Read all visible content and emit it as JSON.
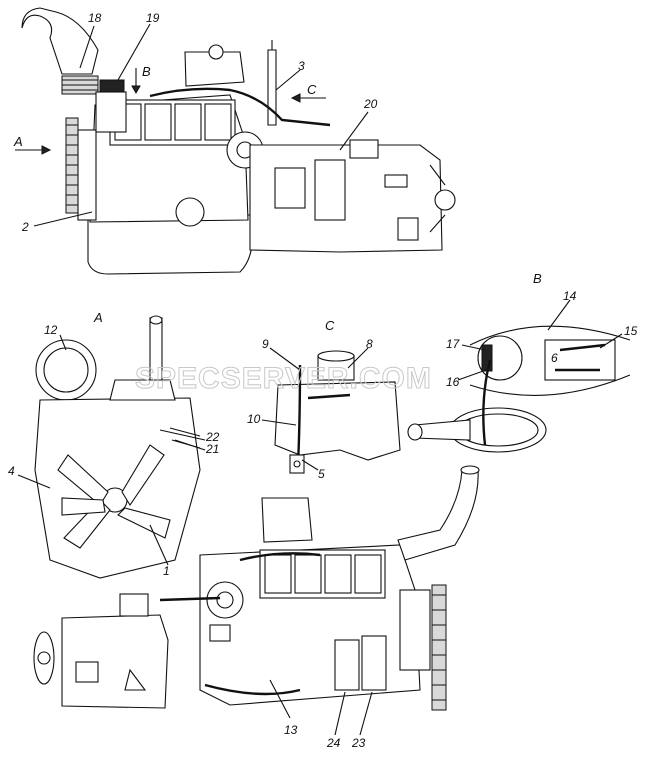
{
  "watermark": "SPECSERVER.COM",
  "views": {
    "a": "A",
    "b": "B",
    "c": "C",
    "arrow_a": "A",
    "arrow_b": "B",
    "arrow_c": "C"
  },
  "callouts": {
    "c1": "1",
    "c2": "2",
    "c3": "3",
    "c4": "4",
    "c5": "5",
    "c6": "6",
    "c8": "8",
    "c9": "9",
    "c10": "10",
    "c12": "12",
    "c13": "13",
    "c14": "14",
    "c15": "15",
    "c16": "16",
    "c17": "17",
    "c18": "18",
    "c19": "19",
    "c20": "20",
    "c21": "21",
    "c22": "22",
    "c23": "23",
    "c24": "24"
  }
}
